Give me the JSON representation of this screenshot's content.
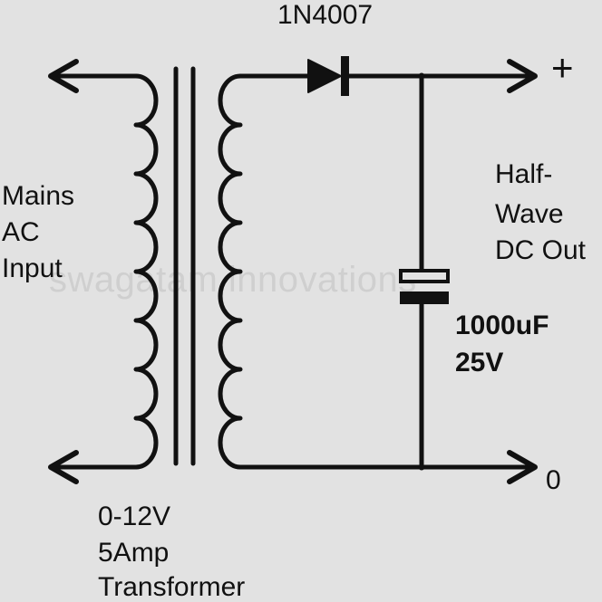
{
  "diode": {
    "label": "1N4007"
  },
  "output": {
    "positive_symbol": "+",
    "zero_symbol": "0",
    "title_lines": [
      "Half-",
      "Wave",
      "DC Out"
    ]
  },
  "input": {
    "title_lines": [
      "Mains",
      "AC",
      "Input"
    ]
  },
  "capacitor": {
    "value": "1000uF",
    "voltage": "25V"
  },
  "transformer": {
    "title_lines": [
      "0-12V",
      "5Amp",
      "Transformer"
    ]
  },
  "watermark": {
    "text": "swagatam innovations"
  },
  "colors": {
    "background": "#e2e2e2",
    "ink": "#111111",
    "watermark": "#cfcfcf"
  }
}
